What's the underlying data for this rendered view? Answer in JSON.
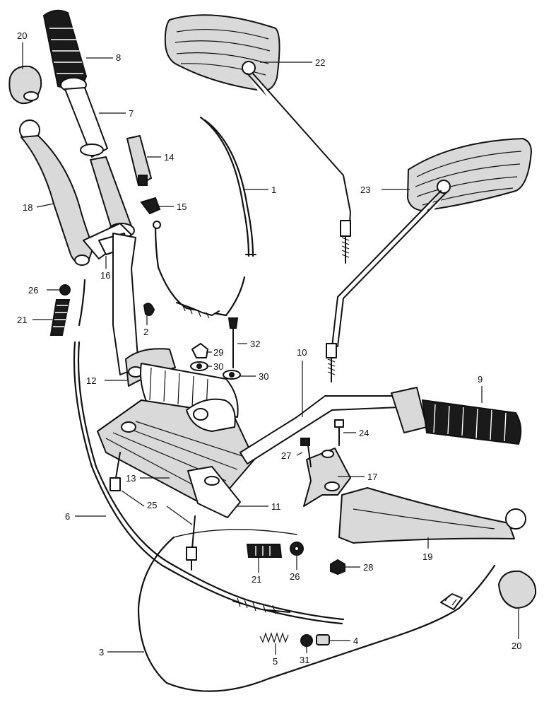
{
  "callouts": [
    {
      "id": "c20a",
      "text": "20"
    },
    {
      "id": "c8",
      "text": "8"
    },
    {
      "id": "c7",
      "text": "7"
    },
    {
      "id": "c22",
      "text": "22"
    },
    {
      "id": "c14",
      "text": "14"
    },
    {
      "id": "c1",
      "text": "1"
    },
    {
      "id": "c18",
      "text": "18"
    },
    {
      "id": "c15",
      "text": "15"
    },
    {
      "id": "c23",
      "text": "23"
    },
    {
      "id": "c16",
      "text": "16"
    },
    {
      "id": "c26a",
      "text": "26"
    },
    {
      "id": "c21a",
      "text": "21"
    },
    {
      "id": "c2",
      "text": "2"
    },
    {
      "id": "c32",
      "text": "32"
    },
    {
      "id": "c29",
      "text": "29"
    },
    {
      "id": "c30a",
      "text": "30"
    },
    {
      "id": "c30b",
      "text": "30"
    },
    {
      "id": "c10",
      "text": "10"
    },
    {
      "id": "c9",
      "text": "9"
    },
    {
      "id": "c12",
      "text": "12"
    },
    {
      "id": "c24",
      "text": "24"
    },
    {
      "id": "c27",
      "text": "27"
    },
    {
      "id": "c17",
      "text": "17"
    },
    {
      "id": "c13",
      "text": "13"
    },
    {
      "id": "c25",
      "text": "25"
    },
    {
      "id": "c11",
      "text": "11"
    },
    {
      "id": "c6",
      "text": "6"
    },
    {
      "id": "c19",
      "text": "19"
    },
    {
      "id": "c21b",
      "text": "21"
    },
    {
      "id": "c26b",
      "text": "26"
    },
    {
      "id": "c28",
      "text": "28"
    },
    {
      "id": "c4",
      "text": "4"
    },
    {
      "id": "c3",
      "text": "3"
    },
    {
      "id": "c5",
      "text": "5"
    },
    {
      "id": "c31",
      "text": "31"
    },
    {
      "id": "c20b",
      "text": "20"
    }
  ]
}
